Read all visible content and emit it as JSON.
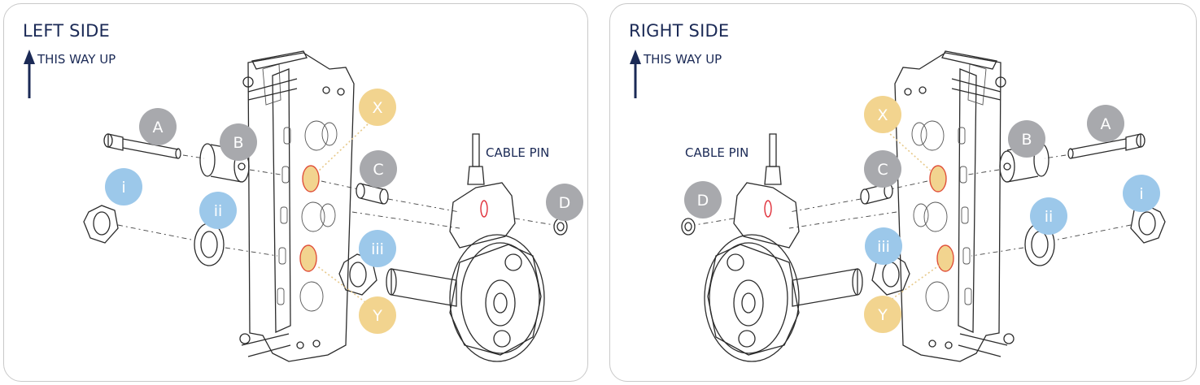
{
  "left": {
    "title": "LEFT SIDE",
    "up_label": "THIS WAY UP",
    "cable_label": "CABLE PIN",
    "labels": {
      "A": "A",
      "B": "B",
      "C": "C",
      "D": "D",
      "X": "X",
      "Y": "Y",
      "i": "i",
      "ii": "ii",
      "iii": "iii"
    }
  },
  "right": {
    "title": "RIGHT SIDE",
    "up_label": "THIS WAY UP",
    "cable_label": "CABLE PIN",
    "labels": {
      "A": "A",
      "B": "B",
      "C": "C",
      "D": "D",
      "X": "X",
      "Y": "Y",
      "i": "i",
      "ii": "ii",
      "iii": "iii"
    }
  },
  "colors": {
    "text": "#1b2a56",
    "grey_badge": "#a8a9ad",
    "blue_badge": "#9cc8ea",
    "gold_badge": "#f2d48f",
    "highlight_outline": "#e0503a"
  }
}
